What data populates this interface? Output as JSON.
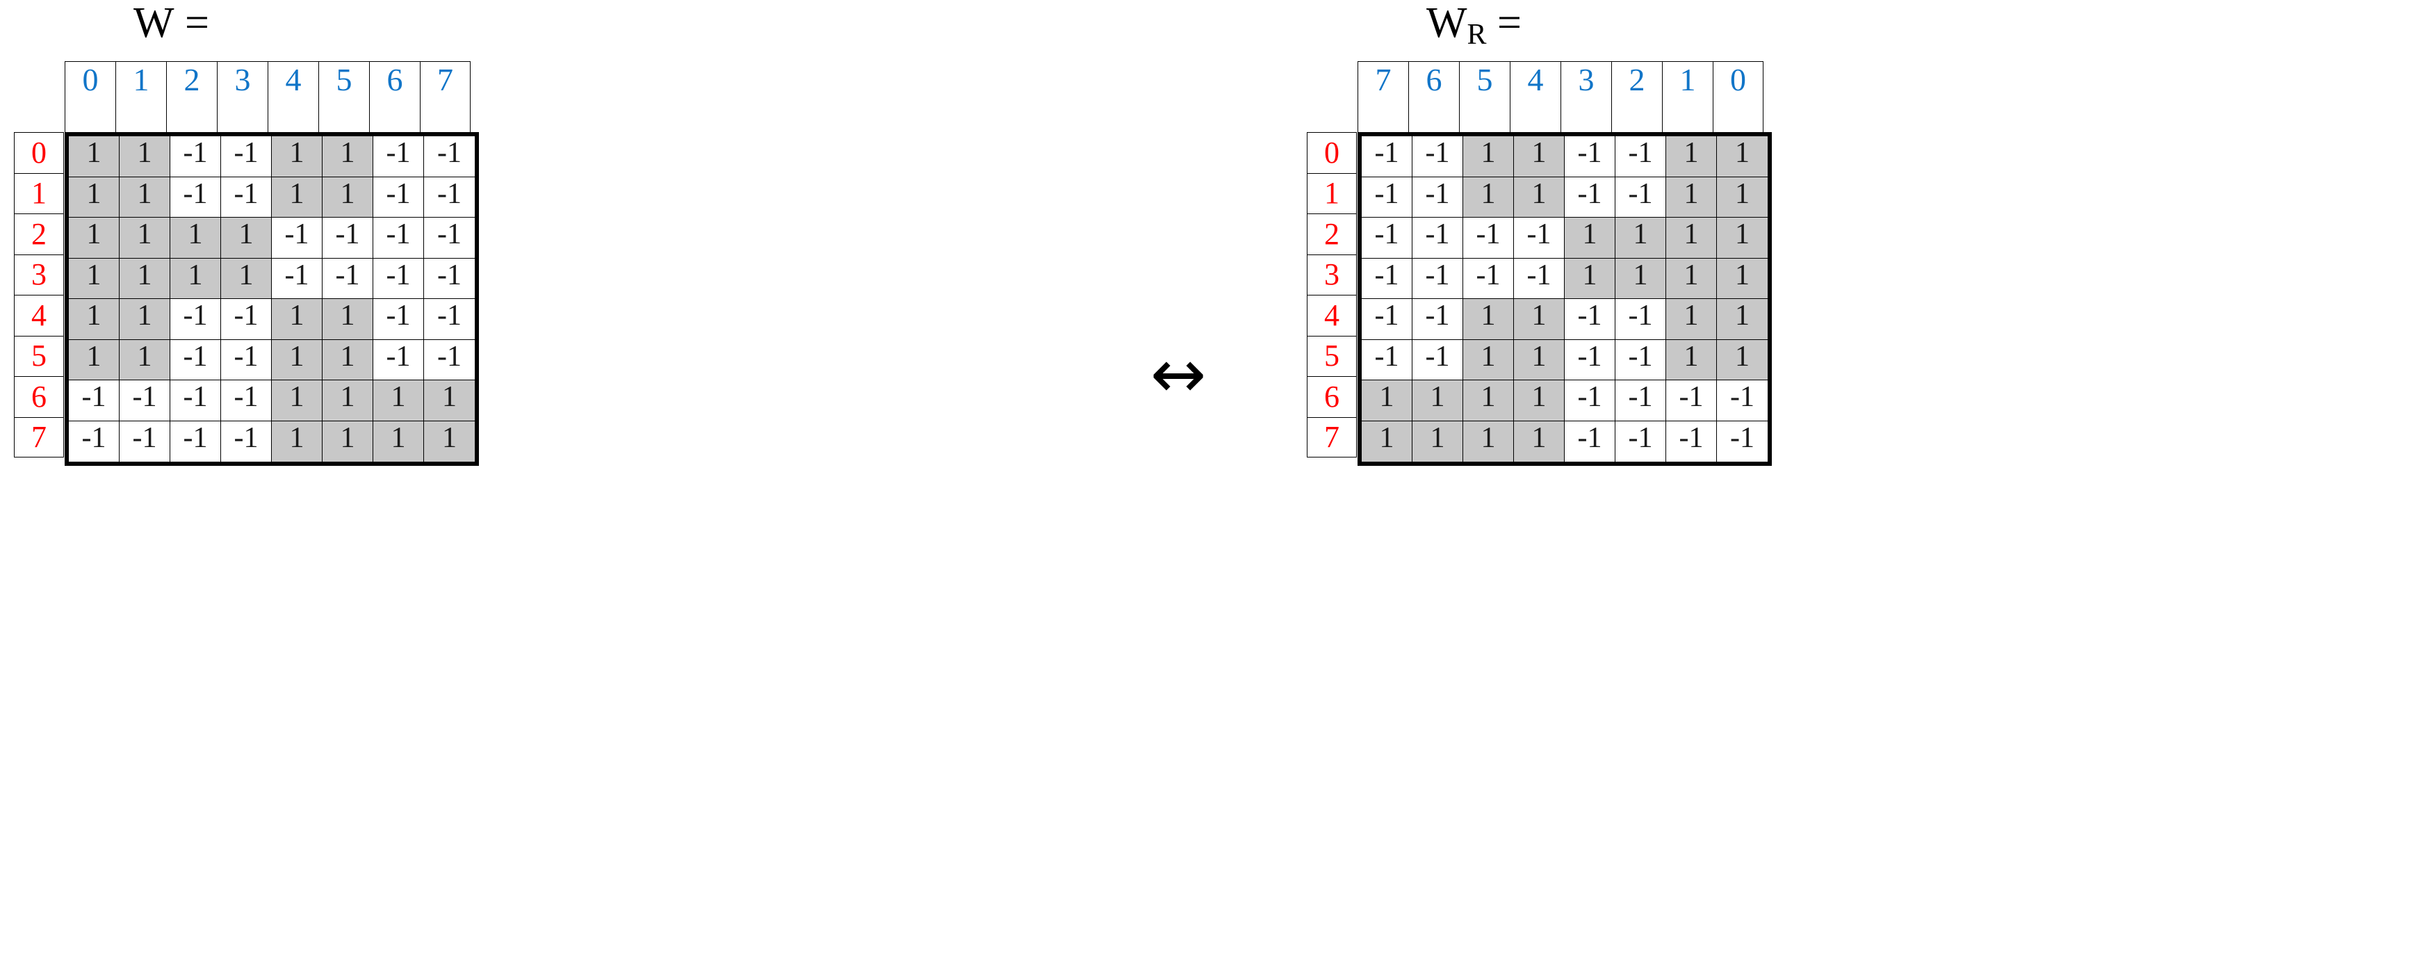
{
  "figure": {
    "arrow_symbol": "↔",
    "colors": {
      "row_label": "#ff0000",
      "col_label": "#1175c8",
      "cell_text": "#1a1a1a",
      "shaded_cell": "#c8c8c8",
      "unshaded_cell": "#ffffff",
      "border": "#000000"
    }
  },
  "matrices": [
    {
      "id": "W",
      "title": "W =",
      "title_base": "W",
      "title_sub": "",
      "col_headers": [
        "0",
        "1",
        "2",
        "3",
        "4",
        "5",
        "6",
        "7"
      ],
      "row_headers": [
        "0",
        "1",
        "2",
        "3",
        "4",
        "5",
        "6",
        "7"
      ],
      "rows": [
        {
          "label": "0",
          "cells": [
            {
              "value": "1",
              "shaded": true
            },
            {
              "value": "1",
              "shaded": true
            },
            {
              "value": "-1",
              "shaded": false
            },
            {
              "value": "-1",
              "shaded": false
            },
            {
              "value": "1",
              "shaded": true
            },
            {
              "value": "1",
              "shaded": true
            },
            {
              "value": "-1",
              "shaded": false
            },
            {
              "value": "-1",
              "shaded": false
            }
          ]
        },
        {
          "label": "1",
          "cells": [
            {
              "value": "1",
              "shaded": true
            },
            {
              "value": "1",
              "shaded": true
            },
            {
              "value": "-1",
              "shaded": false
            },
            {
              "value": "-1",
              "shaded": false
            },
            {
              "value": "1",
              "shaded": true
            },
            {
              "value": "1",
              "shaded": true
            },
            {
              "value": "-1",
              "shaded": false
            },
            {
              "value": "-1",
              "shaded": false
            }
          ]
        },
        {
          "label": "2",
          "cells": [
            {
              "value": "1",
              "shaded": true
            },
            {
              "value": "1",
              "shaded": true
            },
            {
              "value": "1",
              "shaded": true
            },
            {
              "value": "1",
              "shaded": true
            },
            {
              "value": "-1",
              "shaded": false
            },
            {
              "value": "-1",
              "shaded": false
            },
            {
              "value": "-1",
              "shaded": false
            },
            {
              "value": "-1",
              "shaded": false
            }
          ]
        },
        {
          "label": "3",
          "cells": [
            {
              "value": "1",
              "shaded": true
            },
            {
              "value": "1",
              "shaded": true
            },
            {
              "value": "1",
              "shaded": true
            },
            {
              "value": "1",
              "shaded": true
            },
            {
              "value": "-1",
              "shaded": false
            },
            {
              "value": "-1",
              "shaded": false
            },
            {
              "value": "-1",
              "shaded": false
            },
            {
              "value": "-1",
              "shaded": false
            }
          ]
        },
        {
          "label": "4",
          "cells": [
            {
              "value": "1",
              "shaded": true
            },
            {
              "value": "1",
              "shaded": true
            },
            {
              "value": "-1",
              "shaded": false
            },
            {
              "value": "-1",
              "shaded": false
            },
            {
              "value": "1",
              "shaded": true
            },
            {
              "value": "1",
              "shaded": true
            },
            {
              "value": "-1",
              "shaded": false
            },
            {
              "value": "-1",
              "shaded": false
            }
          ]
        },
        {
          "label": "5",
          "cells": [
            {
              "value": "1",
              "shaded": true
            },
            {
              "value": "1",
              "shaded": true
            },
            {
              "value": "-1",
              "shaded": false
            },
            {
              "value": "-1",
              "shaded": false
            },
            {
              "value": "1",
              "shaded": true
            },
            {
              "value": "1",
              "shaded": true
            },
            {
              "value": "-1",
              "shaded": false
            },
            {
              "value": "-1",
              "shaded": false
            }
          ]
        },
        {
          "label": "6",
          "cells": [
            {
              "value": "-1",
              "shaded": false
            },
            {
              "value": "-1",
              "shaded": false
            },
            {
              "value": "-1",
              "shaded": false
            },
            {
              "value": "-1",
              "shaded": false
            },
            {
              "value": "1",
              "shaded": true
            },
            {
              "value": "1",
              "shaded": true
            },
            {
              "value": "1",
              "shaded": true
            },
            {
              "value": "1",
              "shaded": true
            }
          ]
        },
        {
          "label": "7",
          "cells": [
            {
              "value": "-1",
              "shaded": false
            },
            {
              "value": "-1",
              "shaded": false
            },
            {
              "value": "-1",
              "shaded": false
            },
            {
              "value": "-1",
              "shaded": false
            },
            {
              "value": "1",
              "shaded": true
            },
            {
              "value": "1",
              "shaded": true
            },
            {
              "value": "1",
              "shaded": true
            },
            {
              "value": "1",
              "shaded": true
            }
          ]
        }
      ]
    },
    {
      "id": "WR",
      "title": "WR =",
      "title_base": "W",
      "title_sub": "R",
      "col_headers": [
        "7",
        "6",
        "5",
        "4",
        "3",
        "2",
        "1",
        "0"
      ],
      "row_headers": [
        "0",
        "1",
        "2",
        "3",
        "4",
        "5",
        "6",
        "7"
      ],
      "rows": [
        {
          "label": "0",
          "cells": [
            {
              "value": "-1",
              "shaded": false
            },
            {
              "value": "-1",
              "shaded": false
            },
            {
              "value": "1",
              "shaded": true
            },
            {
              "value": "1",
              "shaded": true
            },
            {
              "value": "-1",
              "shaded": false
            },
            {
              "value": "-1",
              "shaded": false
            },
            {
              "value": "1",
              "shaded": true
            },
            {
              "value": "1",
              "shaded": true
            }
          ]
        },
        {
          "label": "1",
          "cells": [
            {
              "value": "-1",
              "shaded": false
            },
            {
              "value": "-1",
              "shaded": false
            },
            {
              "value": "1",
              "shaded": true
            },
            {
              "value": "1",
              "shaded": true
            },
            {
              "value": "-1",
              "shaded": false
            },
            {
              "value": "-1",
              "shaded": false
            },
            {
              "value": "1",
              "shaded": true
            },
            {
              "value": "1",
              "shaded": true
            }
          ]
        },
        {
          "label": "2",
          "cells": [
            {
              "value": "-1",
              "shaded": false
            },
            {
              "value": "-1",
              "shaded": false
            },
            {
              "value": "-1",
              "shaded": false
            },
            {
              "value": "-1",
              "shaded": false
            },
            {
              "value": "1",
              "shaded": true
            },
            {
              "value": "1",
              "shaded": true
            },
            {
              "value": "1",
              "shaded": true
            },
            {
              "value": "1",
              "shaded": true
            }
          ]
        },
        {
          "label": "3",
          "cells": [
            {
              "value": "-1",
              "shaded": false
            },
            {
              "value": "-1",
              "shaded": false
            },
            {
              "value": "-1",
              "shaded": false
            },
            {
              "value": "-1",
              "shaded": false
            },
            {
              "value": "1",
              "shaded": true
            },
            {
              "value": "1",
              "shaded": true
            },
            {
              "value": "1",
              "shaded": true
            },
            {
              "value": "1",
              "shaded": true
            }
          ]
        },
        {
          "label": "4",
          "cells": [
            {
              "value": "-1",
              "shaded": false
            },
            {
              "value": "-1",
              "shaded": false
            },
            {
              "value": "1",
              "shaded": true
            },
            {
              "value": "1",
              "shaded": true
            },
            {
              "value": "-1",
              "shaded": false
            },
            {
              "value": "-1",
              "shaded": false
            },
            {
              "value": "1",
              "shaded": true
            },
            {
              "value": "1",
              "shaded": true
            }
          ]
        },
        {
          "label": "5",
          "cells": [
            {
              "value": "-1",
              "shaded": false
            },
            {
              "value": "-1",
              "shaded": false
            },
            {
              "value": "1",
              "shaded": true
            },
            {
              "value": "1",
              "shaded": true
            },
            {
              "value": "-1",
              "shaded": false
            },
            {
              "value": "-1",
              "shaded": false
            },
            {
              "value": "1",
              "shaded": true
            },
            {
              "value": "1",
              "shaded": true
            }
          ]
        },
        {
          "label": "6",
          "cells": [
            {
              "value": "1",
              "shaded": true
            },
            {
              "value": "1",
              "shaded": true
            },
            {
              "value": "1",
              "shaded": true
            },
            {
              "value": "1",
              "shaded": true
            },
            {
              "value": "-1",
              "shaded": false
            },
            {
              "value": "-1",
              "shaded": false
            },
            {
              "value": "-1",
              "shaded": false
            },
            {
              "value": "-1",
              "shaded": false
            }
          ]
        },
        {
          "label": "7",
          "cells": [
            {
              "value": "1",
              "shaded": true
            },
            {
              "value": "1",
              "shaded": true
            },
            {
              "value": "1",
              "shaded": true
            },
            {
              "value": "1",
              "shaded": true
            },
            {
              "value": "-1",
              "shaded": false
            },
            {
              "value": "-1",
              "shaded": false
            },
            {
              "value": "-1",
              "shaded": false
            },
            {
              "value": "-1",
              "shaded": false
            }
          ]
        }
      ]
    }
  ]
}
